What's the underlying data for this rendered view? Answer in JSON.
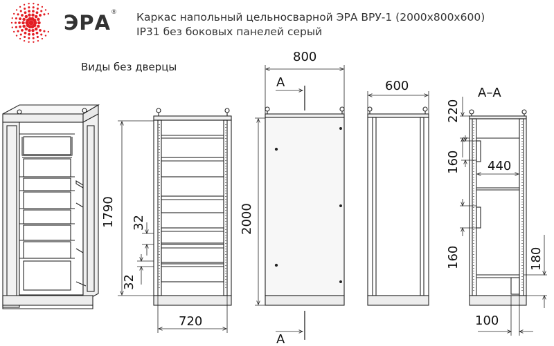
{
  "header": {
    "brand": "ЭРА",
    "brand_mark": "®",
    "title_line1": "Каркас напольный цельносварной ЭРА ВРУ-1 (2000х800х600)",
    "title_line2": "IP31 без боковых панелей серый"
  },
  "subtitle": "Виды без дверцы",
  "colors": {
    "logo_red": "#e31e24",
    "line": "#222222",
    "panel": "#f4f4f4"
  },
  "dimensions": {
    "front_width": "800",
    "inner_width": "720",
    "side_depth": "600",
    "total_height": "2000",
    "inner_height": "1790",
    "rail_step_top": "32",
    "rail_step_bottom": "32",
    "section_top": "220",
    "section_160_upper": "160",
    "section_160_lower": "160",
    "inner_depth": "440",
    "bottom_180": "180",
    "bottom_100": "100"
  },
  "section_marks": {
    "label": "А",
    "section_title": "А–А"
  }
}
